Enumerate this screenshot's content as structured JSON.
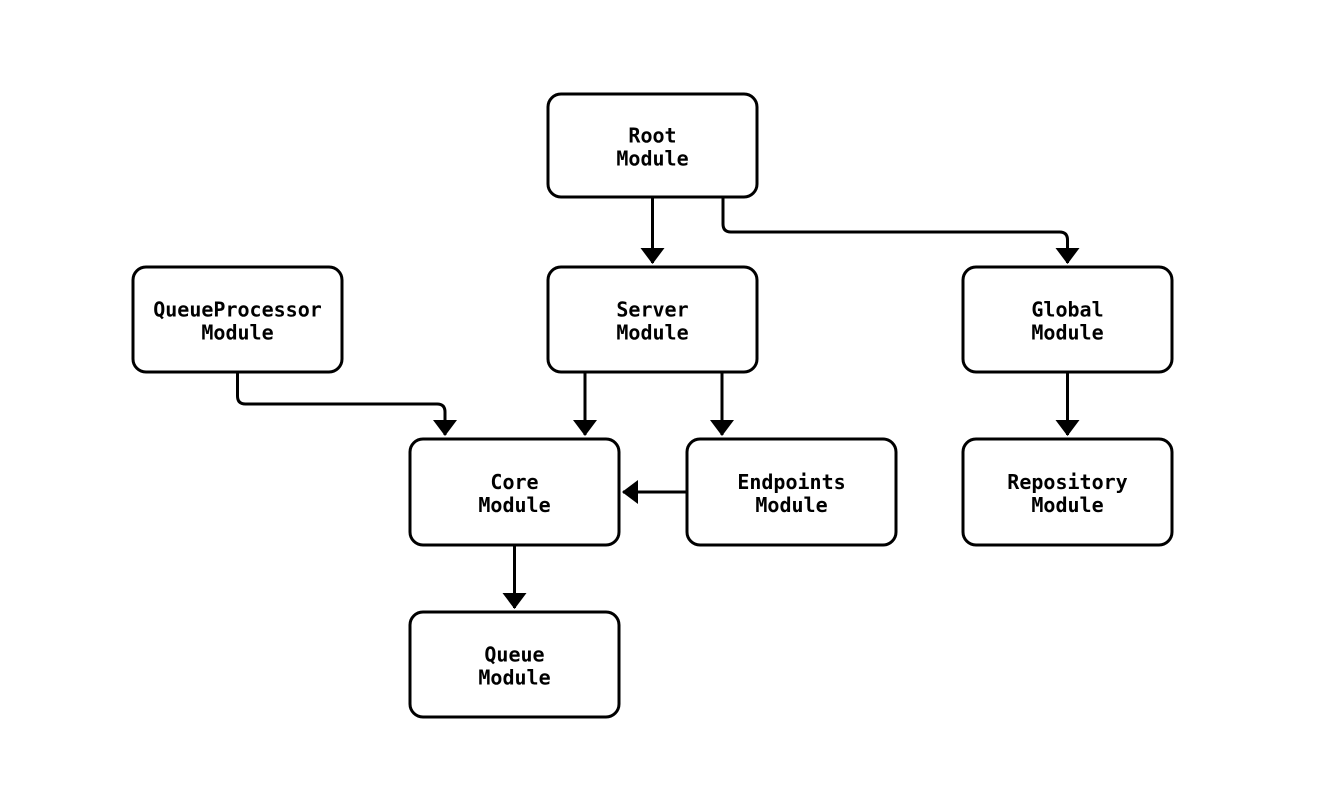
{
  "diagram": {
    "kind": "module-dependency-flowchart",
    "background_color": "#ffffff",
    "stroke_color": "#000000",
    "node_fill_color": "#ffffff",
    "nodes": [
      {
        "id": "root-module",
        "line1": "Root",
        "line2": "Module"
      },
      {
        "id": "queue-processor-module",
        "line1": "QueueProcessor",
        "line2": "Module"
      },
      {
        "id": "server-module",
        "line1": "Server",
        "line2": "Module"
      },
      {
        "id": "global-module",
        "line1": "Global",
        "line2": "Module"
      },
      {
        "id": "core-module",
        "line1": "Core",
        "line2": "Module"
      },
      {
        "id": "endpoints-module",
        "line1": "Endpoints",
        "line2": "Module"
      },
      {
        "id": "repository-module",
        "line1": "Repository",
        "line2": "Module"
      },
      {
        "id": "queue-module",
        "line1": "Queue",
        "line2": "Module"
      }
    ],
    "edges": [
      {
        "from": "Root Module",
        "to": "Server Module"
      },
      {
        "from": "Root Module",
        "to": "Global Module"
      },
      {
        "from": "QueueProcessor Module",
        "to": "Core Module"
      },
      {
        "from": "Server Module",
        "to": "Core Module"
      },
      {
        "from": "Server Module",
        "to": "Endpoints Module"
      },
      {
        "from": "Endpoints Module",
        "to": "Core Module"
      },
      {
        "from": "Global Module",
        "to": "Repository Module"
      },
      {
        "from": "Core Module",
        "to": "Queue Module"
      }
    ]
  }
}
